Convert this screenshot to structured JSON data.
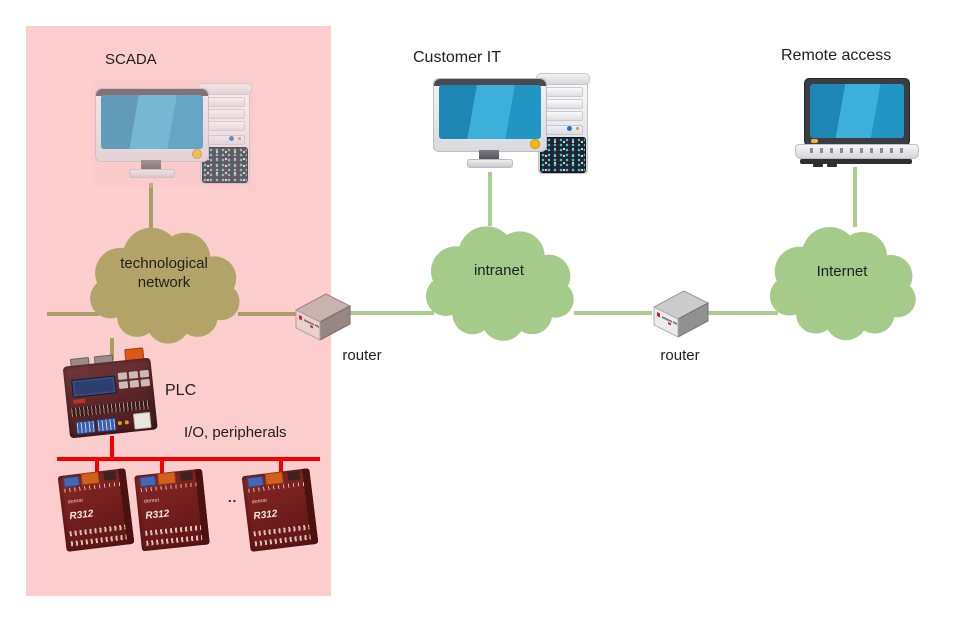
{
  "nodes": {
    "scada": {
      "label": "SCADA"
    },
    "tech_network": {
      "label_line1": "technological",
      "label_line2": "network"
    },
    "plc": {
      "label": "PLC"
    },
    "io_bus": {
      "label": "I/O, peripherals",
      "ellipsis": ".."
    },
    "modules": [
      {
        "brand": "domat",
        "model": "R312"
      },
      {
        "brand": "domat",
        "model": "R312"
      },
      {
        "brand": "domat",
        "model": "R312"
      }
    ],
    "router1": {
      "label": "router"
    },
    "router2": {
      "label": "router"
    },
    "customer_it": {
      "label": "Customer IT"
    },
    "intranet": {
      "label": "intranet"
    },
    "remote_access": {
      "label": "Remote access"
    },
    "internet": {
      "label": "Internet"
    }
  },
  "colors": {
    "zone_bg": "#fccdcd",
    "olive": "#b2a469",
    "olive_line": "#a89d62",
    "green": "#a5cb8a",
    "green_line": "#aacf8e",
    "red": "#f40000",
    "screen_blue": "#2aa0c8",
    "ink": "#1f1f1f"
  }
}
